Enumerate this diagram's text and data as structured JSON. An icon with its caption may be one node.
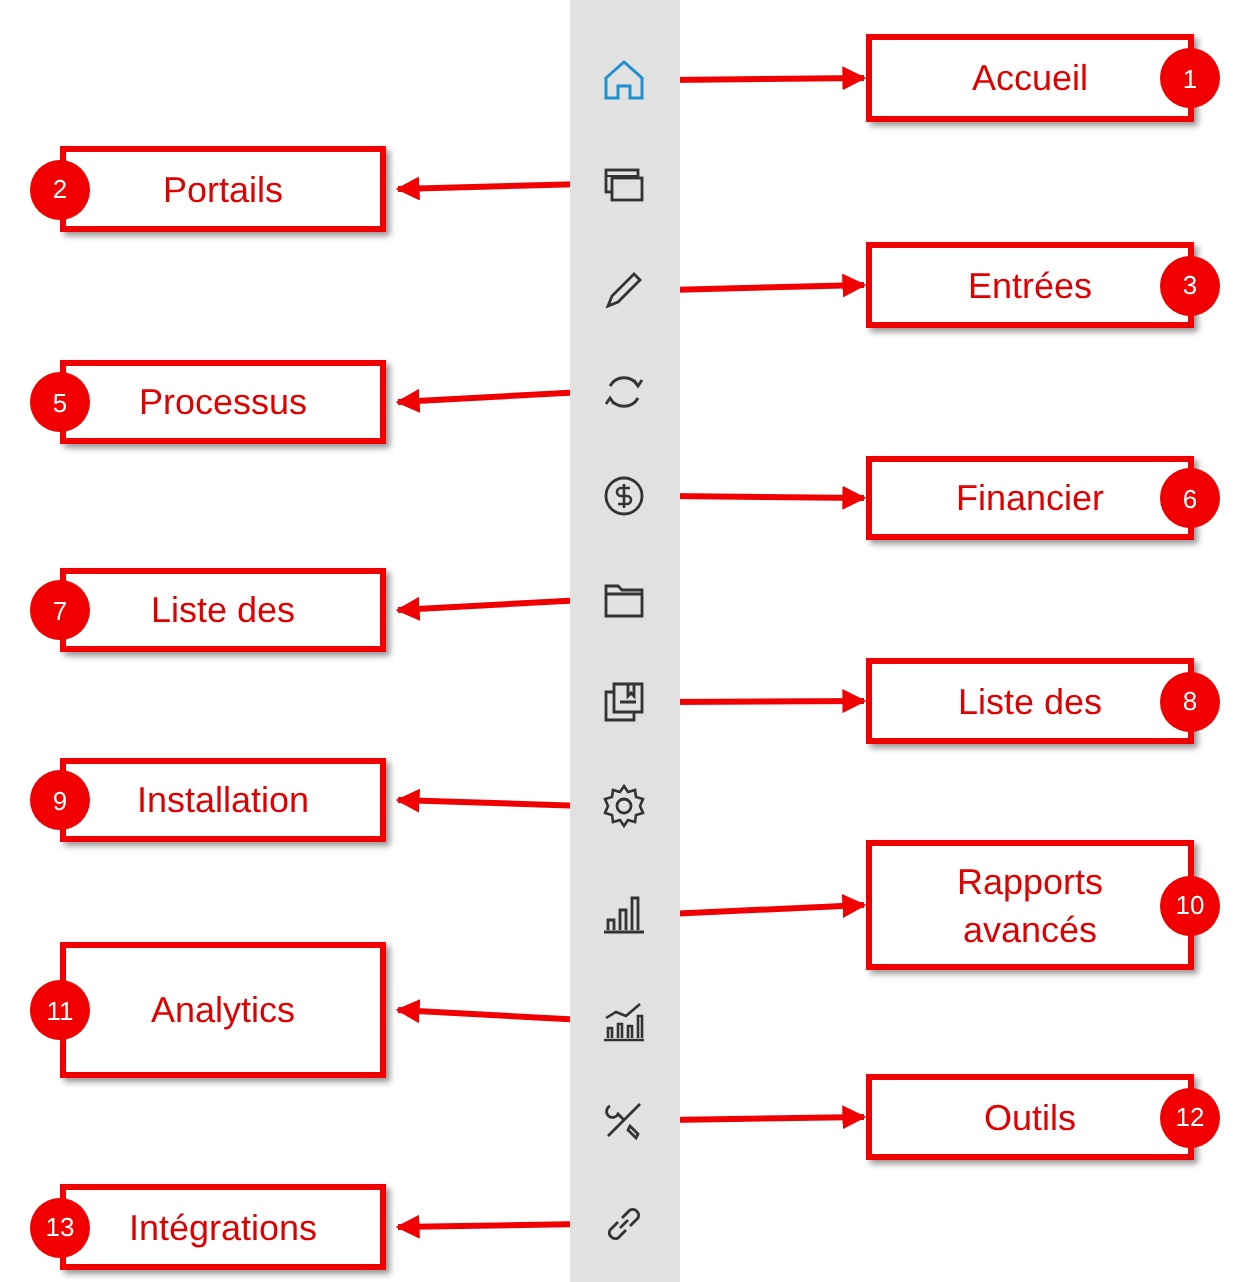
{
  "diagram": {
    "nodes": [
      {
        "text": [],
        "shape": "bar"
      },
      {
        "text": [],
        "shape": "picture",
        "in": 0
      },
      {
        "text": [],
        "shape": "picture",
        "in": 0
      },
      {
        "text": [],
        "shape": "picture",
        "in": 0
      },
      {
        "text": [],
        "shape": "picture",
        "in": 0
      },
      {
        "text": [],
        "shape": "picture",
        "in": 0
      },
      {
        "text": [],
        "shape": "picture",
        "in": 0
      },
      {
        "text": [],
        "shape": "picture",
        "in": 0
      },
      {
        "text": [],
        "shape": "picture",
        "in": 0
      },
      {
        "text": [],
        "shape": "picture",
        "in": 0
      },
      {
        "text": [],
        "shape": "picture",
        "in": 0
      },
      {
        "text": [],
        "shape": "picture",
        "in": 0
      },
      {
        "text": [],
        "shape": "picture",
        "in": 0
      },
      {
        "text": [
          "Accueil",
          "1"
        ]
      },
      {
        "text": [
          "2",
          "Portails"
        ]
      },
      {
        "text": [
          "Entrées",
          "3"
        ]
      },
      {
        "text": [
          "5",
          "Processus"
        ]
      },
      {
        "text": [
          "Financier",
          "6"
        ]
      },
      {
        "text": [
          "7",
          "Liste des"
        ]
      },
      {
        "text": [
          "Liste des",
          "8"
        ]
      },
      {
        "text": [
          "9",
          "Installation"
        ]
      },
      {
        "text": [
          "Rapports avancés",
          "10"
        ]
      },
      {
        "text": [
          "11",
          "Analytics"
        ]
      },
      {
        "text": [
          "Outils",
          "12"
        ]
      },
      {
        "text": [
          "13",
          "Intégrations"
        ]
      }
    ],
    "edges": [
      {
        "from": 1,
        "to": 13,
        "arrow": "to"
      },
      {
        "from": 2,
        "to": 14,
        "arrow": "to"
      },
      {
        "from": 3,
        "to": 15,
        "arrow": "to"
      },
      {
        "from": 4,
        "to": 16,
        "arrow": "to"
      },
      {
        "from": 5,
        "to": 17,
        "arrow": "to"
      },
      {
        "from": 6,
        "to": 18,
        "arrow": "to"
      },
      {
        "from": 7,
        "to": 19,
        "arrow": "to"
      },
      {
        "from": 8,
        "to": 20,
        "arrow": "to"
      },
      {
        "from": 9,
        "to": 21,
        "arrow": "to"
      },
      {
        "from": 10,
        "to": 22,
        "arrow": "to"
      },
      {
        "from": 11,
        "to": 23,
        "arrow": "to"
      },
      {
        "from": 12,
        "to": 24,
        "arrow": "to"
      }
    ]
  }
}
